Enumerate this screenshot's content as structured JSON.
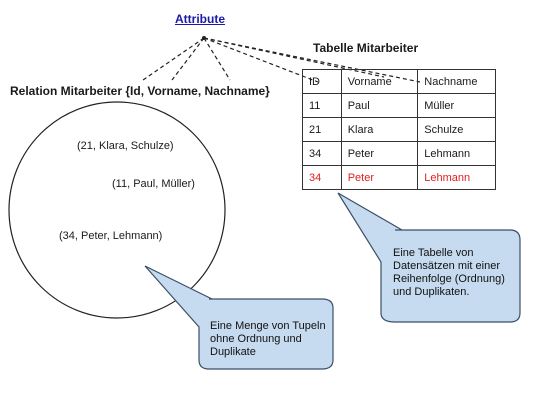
{
  "attribute_label": "Attribute",
  "table": {
    "title": "Tabelle Mitarbeiter",
    "rows": [
      {
        "id": "ID",
        "vorname": "Vorname",
        "nachname": "Nachname"
      },
      {
        "id": "11",
        "vorname": "Paul",
        "nachname": "Müller"
      },
      {
        "id": "21",
        "vorname": "Klara",
        "nachname": "Schulze"
      },
      {
        "id": "34",
        "vorname": "Peter",
        "nachname": "Lehmann"
      },
      {
        "id": "34",
        "vorname": "Peter",
        "nachname": "Lehmann",
        "highlight": "#e02020"
      }
    ]
  },
  "relation": {
    "title": "Relation Mitarbeiter {Id, Vorname, Nachname}",
    "tuples": [
      "(21, Klara, Schulze)",
      "(11, Paul, Müller)",
      "(34, Peter, Lehmann)"
    ]
  },
  "callouts": {
    "table_note": "Eine Tabelle von Datensätzen mit einer Reihenfolge (Ordnung) und Duplikaten.",
    "relation_note": "Eine Menge von Tupeln ohne Ordnung und Duplikate"
  },
  "colors": {
    "callout_fill": "#c6dbef",
    "callout_stroke": "#3c4f66",
    "duplicate_row": "#e02020",
    "attribute_link": "#1a1aa6"
  }
}
